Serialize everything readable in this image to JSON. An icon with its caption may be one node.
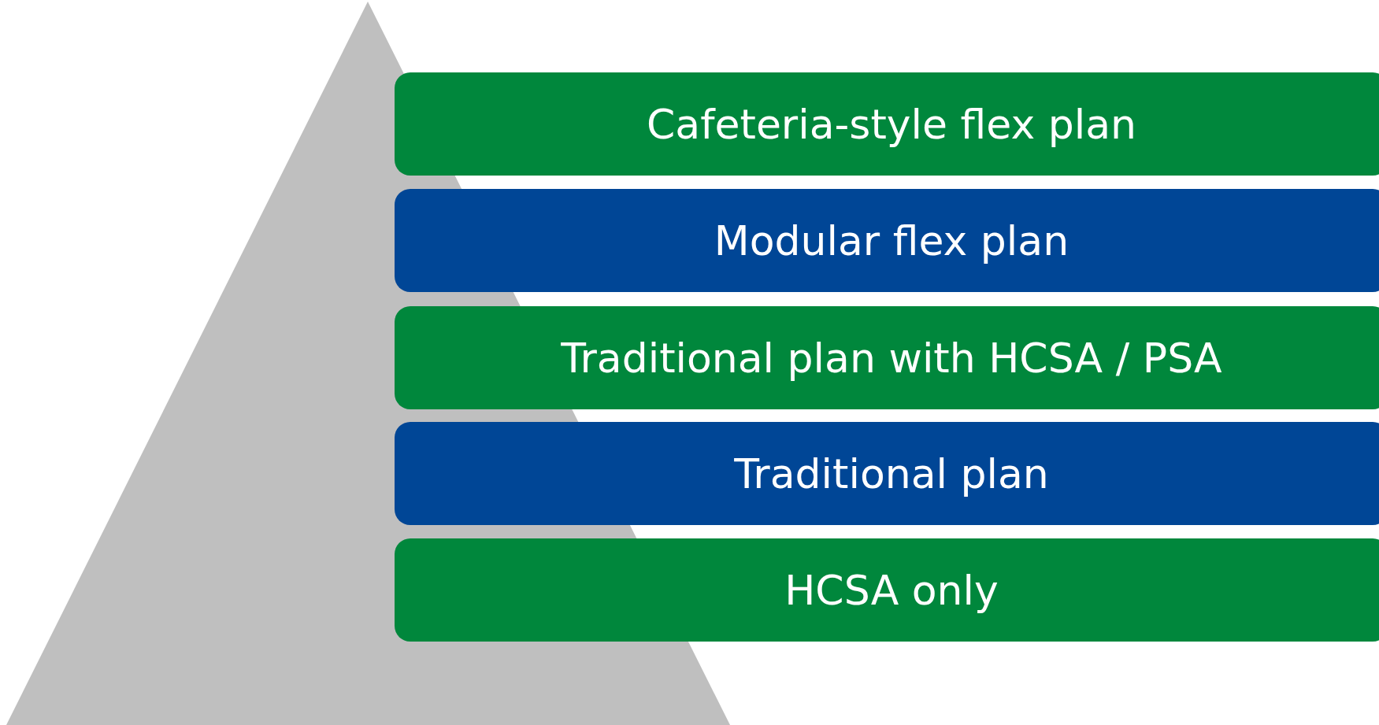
{
  "diagram": {
    "nodes": [
      {
        "text": [
          "Cafeteria-style flex plan"
        ]
      },
      {
        "text": [
          "Modular flex plan"
        ]
      },
      {
        "text": [
          "Traditional plan with HCSA / PSA"
        ]
      },
      {
        "text": [
          "Traditional plan"
        ]
      },
      {
        "text": [
          "HCSA only"
        ]
      }
    ]
  }
}
